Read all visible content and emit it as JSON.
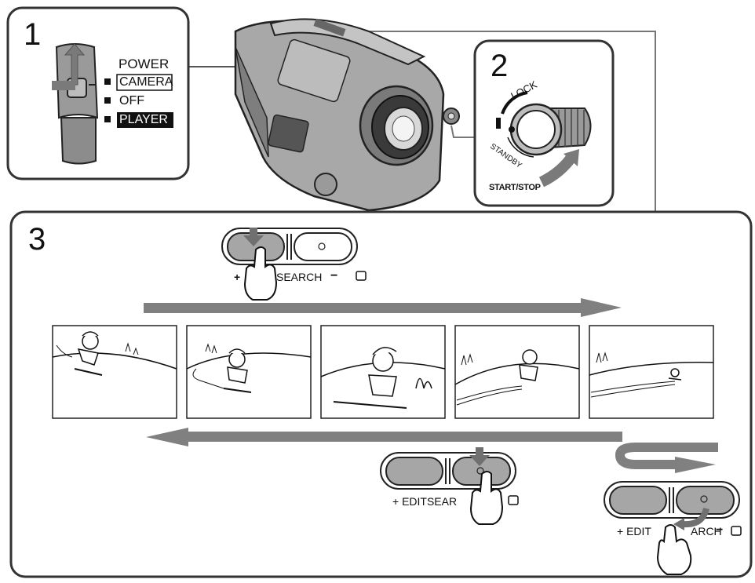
{
  "step1": {
    "number": "1",
    "power_label": "POWER",
    "modes": [
      "CAMERA",
      "OFF",
      "PLAYER"
    ]
  },
  "step2": {
    "number": "2",
    "lock_label": "LOCK",
    "standby_label": "STANDBY",
    "startstop_label": "START/STOP"
  },
  "step3": {
    "number": "3",
    "top_button_label": "+ ",
    "top_button_label2": "SEARCH",
    "top_button_minus": "−",
    "mid_button_label": "+ EDITSEAR",
    "right_button_label": "+ EDIT",
    "right_button_label2": "ARCH",
    "right_button_minus": "−"
  },
  "colors": {
    "panel_border": "#333333",
    "arrow_gray": "#808080",
    "button_fill": "#a6a6a6",
    "button_outline": "#222222"
  }
}
